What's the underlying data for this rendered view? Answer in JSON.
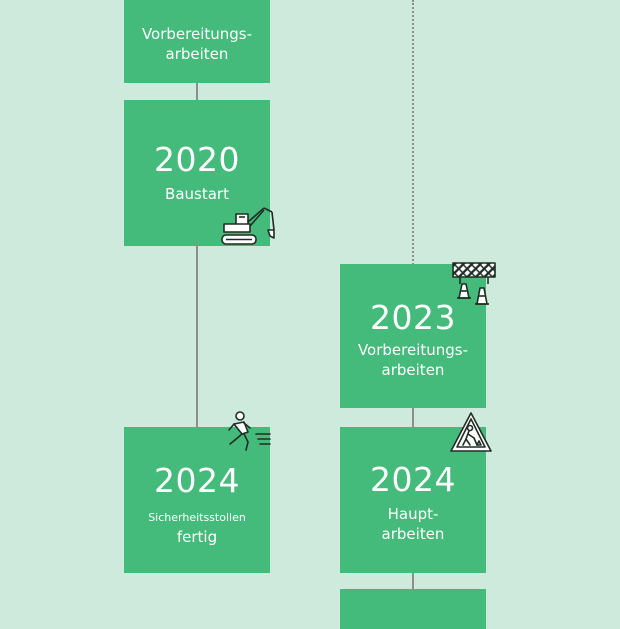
{
  "left_column": {
    "top_box": {
      "label": "Vorbereitungs-\narbeiten"
    },
    "box_2020": {
      "year": "2020",
      "label": "Baustart",
      "icon": "excavator-icon"
    },
    "box_2024": {
      "year": "2024",
      "label_small": "Sicherheitsstollen",
      "label": "fertig",
      "icon": "running-worker-icon"
    }
  },
  "right_column": {
    "box_2023": {
      "year": "2023",
      "label": "Vorbereitungs-\narbeiten",
      "icon": "road-barrier-cones-icon"
    },
    "box_2024": {
      "year": "2024",
      "label": "Haupt-\narbeiten",
      "icon": "construction-warning-sign-icon"
    }
  },
  "colors": {
    "background": "#cdeadc",
    "box": "#44bb7a",
    "line": "#8d8d8d",
    "text": "#ffffff"
  }
}
